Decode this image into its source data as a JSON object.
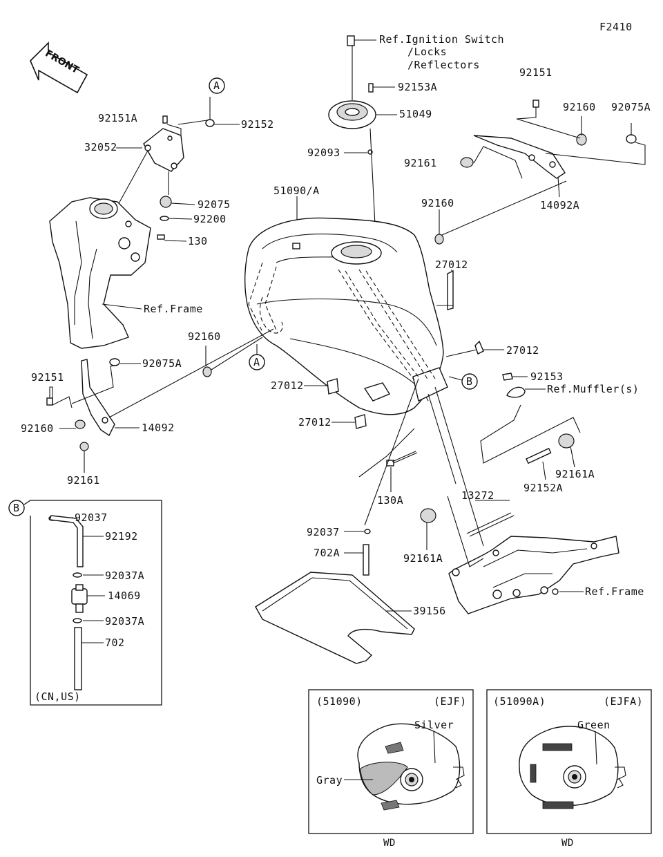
{
  "diagram_code": "F2410",
  "front_arrow_text": "FRONT",
  "circle_a": "A",
  "circle_b": "B",
  "parts": {
    "ref_ignition_1": "Ref.Ignition Switch",
    "ref_ignition_2": "/Locks",
    "ref_ignition_3": "/Reflectors",
    "p92153A": "92153A",
    "p51049": "51049",
    "p92093": "92093",
    "p92151_top": "92151",
    "p92160_top": "92160",
    "p92075A_top": "92075A",
    "p92161_top": "92161",
    "p14092A": "14092A",
    "p92160_mid": "92160",
    "p92151A": "92151A",
    "p92152": "92152",
    "p32052": "32052",
    "p92075": "92075",
    "p92200": "92200",
    "p130": "130",
    "ref_frame_left": "Ref.Frame",
    "p51090A": "51090/A",
    "p27012_a": "27012",
    "p27012_b": "27012",
    "p27012_c": "27012",
    "p27012_d": "27012",
    "p92160_left": "92160",
    "p92075A_left": "92075A",
    "p92151_left": "92151",
    "p92160_left2": "92160",
    "p14092": "14092",
    "p92161_left": "92161",
    "p92153": "92153",
    "ref_muffler": "Ref.Muffler(s)",
    "p92161A_r": "92161A",
    "p92152A": "92152A",
    "p130A": "130A",
    "p13272": "13272",
    "p92037_mid": "92037",
    "p92161A_l": "92161A",
    "p702A": "702A",
    "ref_frame_right": "Ref.Frame",
    "p39156": "39156"
  },
  "hose_box": {
    "p92037": "92037",
    "p92192": "92192",
    "p92037A_1": "92037A",
    "p14069": "14069",
    "p92037A_2": "92037A",
    "p702": "702",
    "region": "(CN,US)"
  },
  "variant_1": {
    "part": "(51090)",
    "code": "(EJF)",
    "color_a": "Silver",
    "color_b": "Gray",
    "footer": "WD"
  },
  "variant_2": {
    "part": "(51090A)",
    "code": "(EJFA)",
    "color_a": "Green",
    "footer": "WD"
  }
}
